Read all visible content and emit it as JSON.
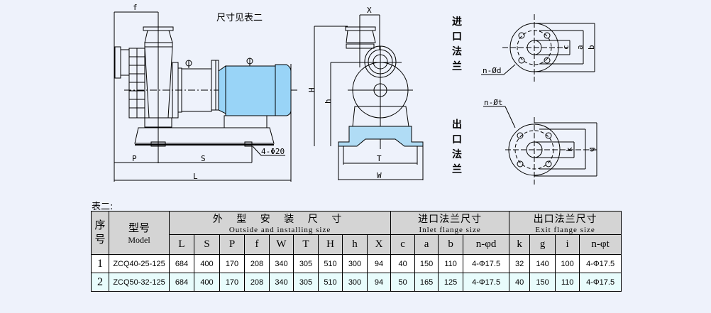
{
  "drawing": {
    "note": "尺寸见表二",
    "side_view_labels": {
      "f": "f",
      "P": "P",
      "S": "S",
      "L": "L",
      "bolt": "4-Φ20"
    },
    "front_view_labels": {
      "X": "X",
      "H": "H",
      "h": "h",
      "T": "T",
      "W": "W"
    },
    "inlet_flange": {
      "title_chars": [
        "进",
        "口",
        "法",
        "兰"
      ],
      "hole_label": "n-Ød",
      "dims": [
        "c",
        "a",
        "b"
      ]
    },
    "exit_flange": {
      "title_chars": [
        "出",
        "口",
        "法",
        "兰"
      ],
      "hole_label": "n-Øt",
      "dims": [
        "k",
        "g"
      ]
    },
    "colors": {
      "motor": "#99d4f7",
      "base": "#b0dcf5",
      "line": "#000000"
    }
  },
  "table": {
    "caption": "表二:",
    "headers": {
      "index": "序号",
      "model_cn": "型号",
      "model_en": "Model",
      "outside_cn": "外 型 安 装 尺 寸",
      "outside_en": "Outside and installing size",
      "inlet_cn": "进口法兰尺寸",
      "inlet_en": "Inlet flange size",
      "exit_cn": "出口法兰尺寸",
      "exit_en": "Exit flange size"
    },
    "columns": [
      "L",
      "S",
      "P",
      "f",
      "W",
      "T",
      "H",
      "h",
      "X",
      "c",
      "a",
      "b",
      "n-φd",
      "k",
      "g",
      "i",
      "n-φt"
    ],
    "rows": [
      {
        "index": "1",
        "model": "ZCQ40-25-125",
        "values": [
          "684",
          "400",
          "170",
          "208",
          "340",
          "305",
          "510",
          "300",
          "94",
          "40",
          "150",
          "110",
          "4-Φ17.5",
          "32",
          "140",
          "100",
          "4-Φ17.5"
        ]
      },
      {
        "index": "2",
        "model": "ZCQ50-32-125",
        "values": [
          "684",
          "400",
          "170",
          "208",
          "340",
          "305",
          "510",
          "300",
          "94",
          "50",
          "165",
          "125",
          "4-Φ17.5",
          "40",
          "150",
          "110",
          "4-Φ17.5"
        ]
      }
    ]
  }
}
